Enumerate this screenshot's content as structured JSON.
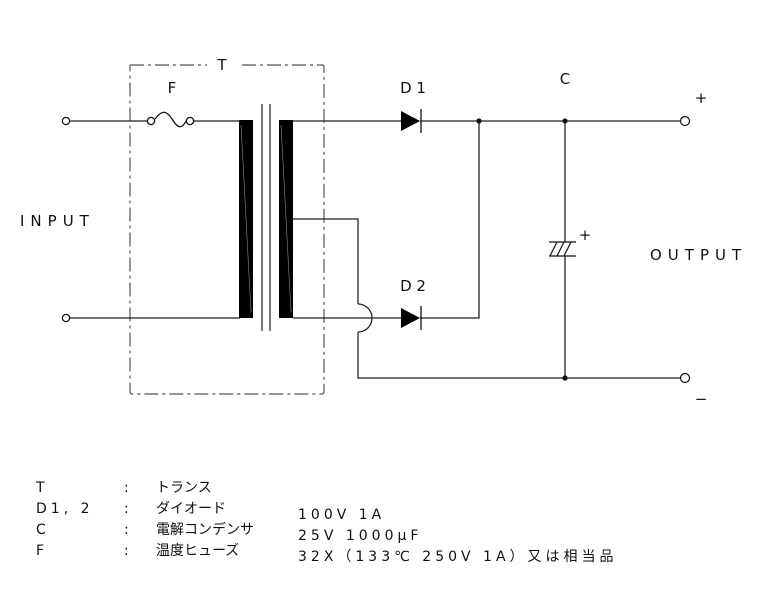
{
  "diagram": {
    "title_labels": {
      "transformer": "T",
      "fuse": "F",
      "diode1": "D 1",
      "diode2": "D 2",
      "capacitor": "C",
      "capacitor_polarity": "+",
      "input": "INPUT",
      "output": "OUTPUT",
      "output_plus": "+",
      "output_minus": "−"
    },
    "colors": {
      "line": "#111111",
      "frame": "#555555",
      "background": "#ffffff"
    }
  },
  "legend": {
    "rows": [
      {
        "symbol": "T",
        "colon": ":",
        "name": "トランス",
        "spec": ""
      },
      {
        "symbol": "D1, 2",
        "colon": ":",
        "name": "ダイオード",
        "spec": "100V  1A"
      },
      {
        "symbol": "C",
        "colon": ":",
        "name": "電解コンデンサ",
        "spec": "25V  1000μF"
      },
      {
        "symbol": "F",
        "colon": ":",
        "name": "温度ヒューズ",
        "spec": "32X（133℃  250V  1A）又は相当品"
      }
    ]
  }
}
